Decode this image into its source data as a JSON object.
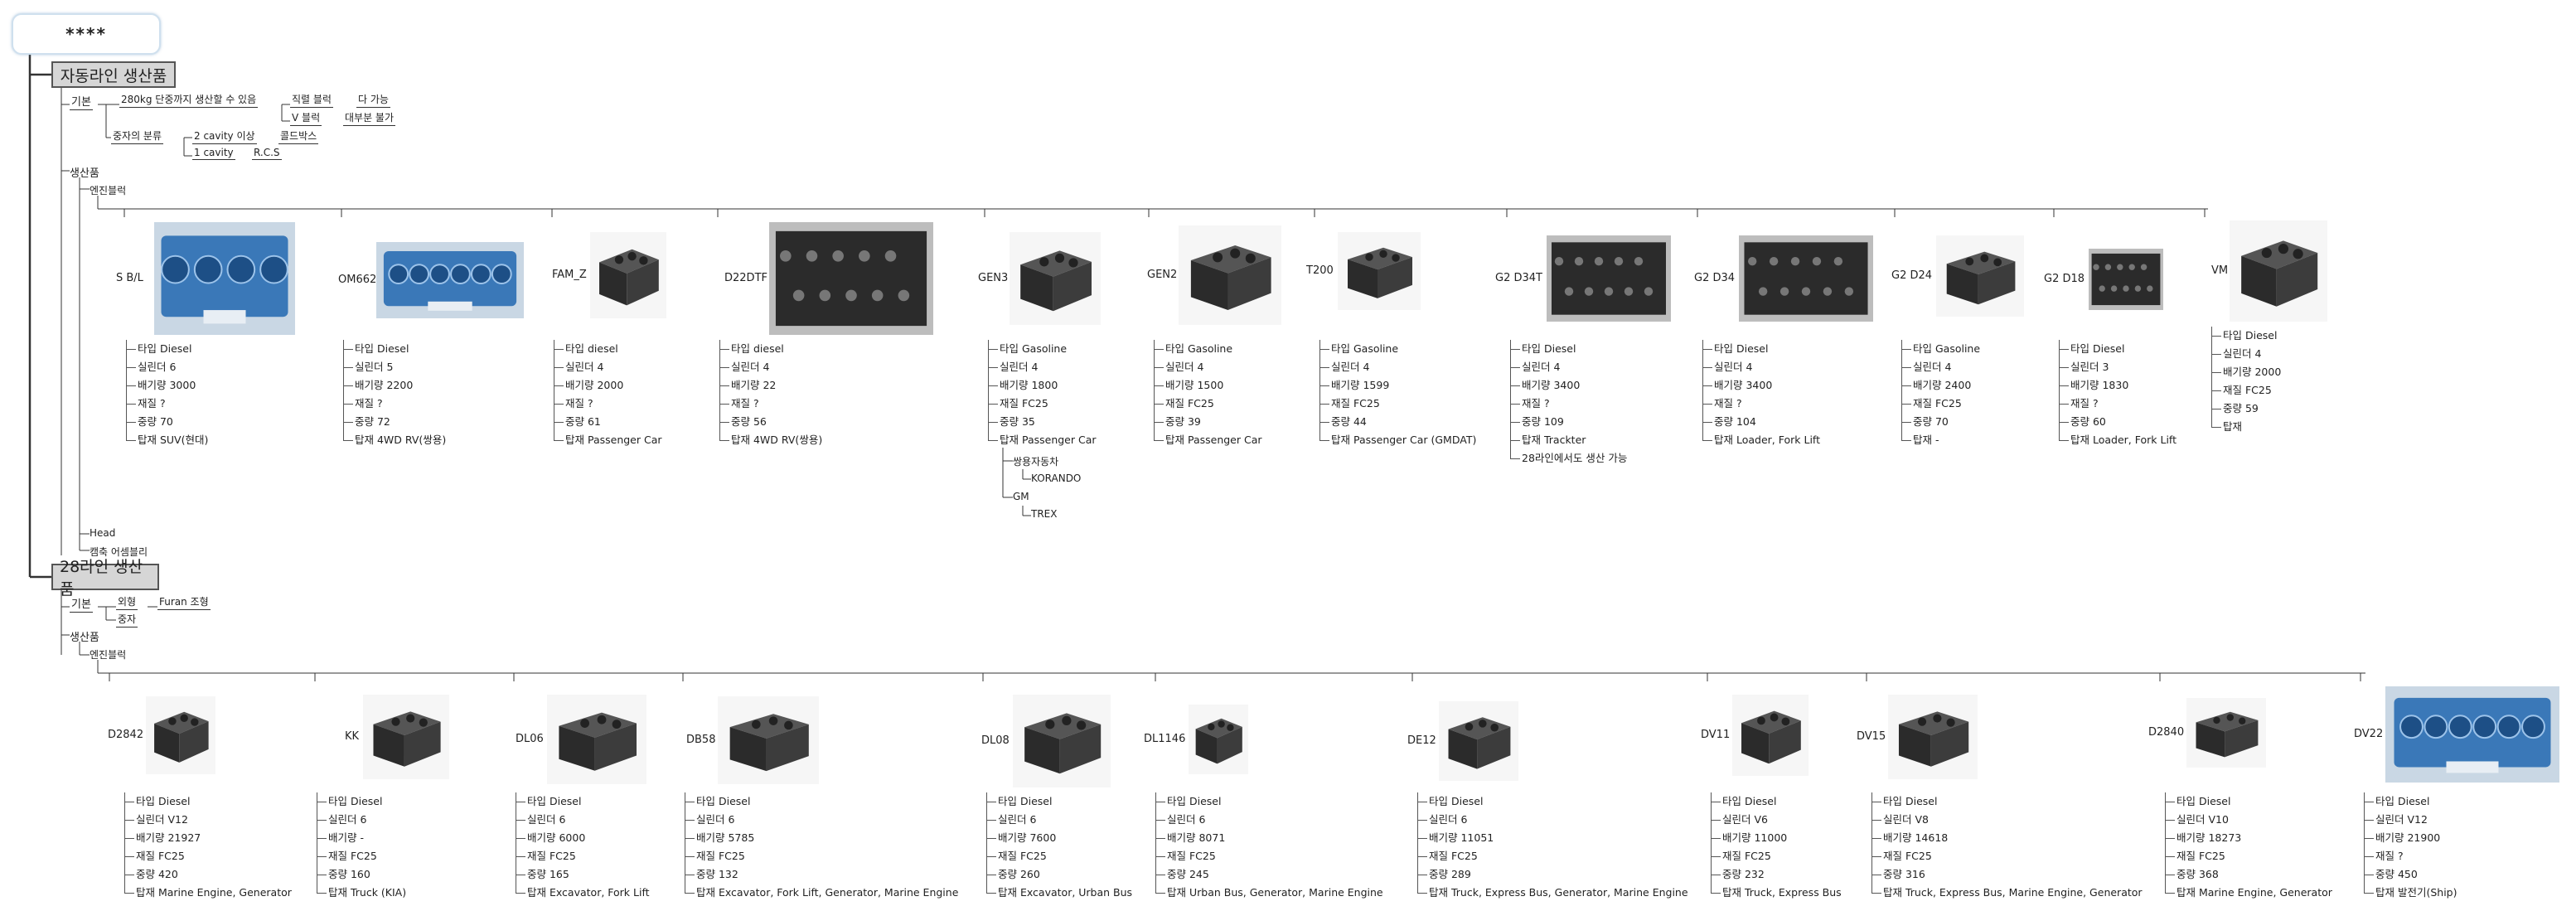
{
  "root": {
    "label": "****"
  },
  "section1": {
    "title": "자동라인 생산품",
    "basic_label": "기본",
    "basic_line1": "280kg 단중까지 생산할 수 있음",
    "jig_block": "직렬 블럭",
    "jig_block_value": "다 가능",
    "v_block": "V 블럭",
    "v_block_value": "대부분 불가",
    "core_label": "중자의 분류",
    "cavity2": "2 cavity 이상",
    "cavity2_value": "콜드박스",
    "cavity1": "1 cavity",
    "cavity1_value": "R.C.S",
    "products_label": "생산품",
    "engine_block_label": "엔진블럭",
    "head_label": "Head",
    "crank_label": "캠축 어셈블리",
    "cards": [
      {
        "name": "S B/L",
        "photo": "blue",
        "specs": [
          "타입 Diesel",
          "실린더 6",
          "배기량 3000",
          "재질 ?",
          "중량 70",
          "탑재 SUV(현대)"
        ]
      },
      {
        "name": "OM662",
        "photo": "blue-long",
        "specs": [
          "타입 Diesel",
          "실린더 5",
          "배기량 2200",
          "재질 ?",
          "중량 72",
          "탑재 4WD RV(쌍용)"
        ]
      },
      {
        "name": "FAM_Z",
        "photo": "dark",
        "specs": [
          "타입 diesel",
          "실린더 4",
          "배기량 2000",
          "재질 ?",
          "중량 61",
          "탑재 Passenger Car"
        ]
      },
      {
        "name": "D22DTF",
        "photo": "dark-flat",
        "specs": [
          "타입 diesel",
          "실린더 4",
          "배기량 22",
          "재질 ?",
          "중량 56",
          "탑재 4WD RV(쌍용)"
        ]
      },
      {
        "name": "GEN3",
        "photo": "dark",
        "specs": [
          "타입 Gasoline",
          "실린더 4",
          "배기량 1800",
          "재질 FC25",
          "중량 35",
          "탑재 Passenger Car"
        ]
      },
      {
        "name": "GEN2",
        "photo": "dark",
        "specs": [
          "타입 Gasoline",
          "실린더 4",
          "배기량 1500",
          "재질 FC25",
          "중량 39",
          "탑재 Passenger Car"
        ]
      },
      {
        "name": "T200",
        "photo": "dark",
        "specs": [
          "타입 Gasoline",
          "실린더 4",
          "배기량 1599",
          "재질 FC25",
          "중량 44",
          "탑재 Passenger Car (GMDAT)"
        ]
      },
      {
        "name": "G2 D34T",
        "photo": "dark-flat",
        "specs": [
          "타입 Diesel",
          "실린더 4",
          "배기량 3400",
          "재질 ?",
          "중량 109",
          "탑재 Trackter",
          "28라인에서도 생산 가능"
        ]
      },
      {
        "name": "G2 D34",
        "photo": "dark-flat",
        "specs": [
          "타입 Diesel",
          "실린더 4",
          "배기량 3400",
          "재질 ?",
          "중량 104",
          "탑재 Loader, Fork Lift"
        ]
      },
      {
        "name": "G2 D24",
        "photo": "dark",
        "specs": [
          "타입 Gasoline",
          "실린더 4",
          "배기량 2400",
          "재질 FC25",
          "중량 70",
          "탑재 -"
        ]
      },
      {
        "name": "G2 D18",
        "photo": "dark-flat",
        "specs": [
          "타입 Diesel",
          "실린더 3",
          "배기량 1830",
          "재질 ?",
          "중량 60",
          "탑재 Loader, Fork Lift"
        ]
      },
      {
        "name": "VM",
        "photo": "dark",
        "specs": [
          "타입 Diesel",
          "실린더 4",
          "배기량 2000",
          "재질 FC25",
          "중량 59",
          "탑재"
        ]
      }
    ],
    "gen3_sub": {
      "ssangyong": "쌍용자동차",
      "korando": "KORANDO",
      "gm": "GM",
      "trex": "TREX"
    }
  },
  "section2": {
    "title": "28라인 생산품",
    "basic_label": "기본",
    "outer_label": "외형",
    "outer_value": "Furan 조형",
    "core_label": "중자",
    "products_label": "생산품",
    "engine_block_label": "엔진블럭",
    "cards": [
      {
        "name": "D2842",
        "photo": "dark",
        "specs": [
          "타입 Diesel",
          "실린더 V12",
          "배기량 21927",
          "재질 FC25",
          "중량 420",
          "탑재 Marine Engine, Generator"
        ]
      },
      {
        "name": "KK",
        "photo": "dark",
        "specs": [
          "타입 Diesel",
          "실린더 6",
          "배기량 -",
          "재질 FC25",
          "중량 160",
          "탑재 Truck (KIA)"
        ]
      },
      {
        "name": "DL06",
        "photo": "dark",
        "specs": [
          "타입 Diesel",
          "실린더 6",
          "배기량 6000",
          "재질 FC25",
          "중량 165",
          "탑재 Excavator, Fork Lift"
        ]
      },
      {
        "name": "DB58",
        "photo": "dark",
        "specs": [
          "타입 Diesel",
          "실린더 6",
          "배기량 5785",
          "재질 FC25",
          "중량 132",
          "탑재 Excavator, Fork Lift, Generator, Marine Engine"
        ]
      },
      {
        "name": "DL08",
        "photo": "dark",
        "specs": [
          "타입 Diesel",
          "실린더 6",
          "배기량 7600",
          "재질 FC25",
          "중량 260",
          "탑재 Excavator, Urban Bus"
        ]
      },
      {
        "name": "DL1146",
        "photo": "dark",
        "specs": [
          "타입 Diesel",
          "실린더 6",
          "배기량 8071",
          "재질 FC25",
          "중량 245",
          "탑재 Urban Bus, Generator, Marine Engine"
        ]
      },
      {
        "name": "DE12",
        "photo": "dark",
        "specs": [
          "타입 Diesel",
          "실린더 6",
          "배기량 11051",
          "재질 FC25",
          "중량 289",
          "탑재 Truck, Express Bus, Generator, Marine Engine"
        ]
      },
      {
        "name": "DV11",
        "photo": "dark",
        "specs": [
          "타입 Diesel",
          "실린더 V6",
          "배기량 11000",
          "재질 FC25",
          "중량 232",
          "탑재 Truck, Express Bus"
        ]
      },
      {
        "name": "DV15",
        "photo": "dark",
        "specs": [
          "타입 Diesel",
          "실린더 V8",
          "배기량 14618",
          "재질 FC25",
          "중량 316",
          "탑재 Truck, Express Bus, Marine Engine, Generator"
        ]
      },
      {
        "name": "D2840",
        "photo": "dark",
        "specs": [
          "타입 Diesel",
          "실린더 V10",
          "배기량 18273",
          "재질 FC25",
          "중량 368",
          "탑재 Marine Engine, Generator"
        ]
      },
      {
        "name": "DV22",
        "photo": "blue-long",
        "specs": [
          "타입 Diesel",
          "실린더 V12",
          "배기량 21900",
          "재질 ?",
          "중량 450",
          "탑재 발전기(Ship)"
        ]
      }
    ]
  },
  "colors": {
    "line": "#333333",
    "section_bg": "#d6d6d6",
    "root_border": "#cfe0ee",
    "blue_engine": "#3a78b8",
    "dark_engine": "#2b2b2b"
  }
}
